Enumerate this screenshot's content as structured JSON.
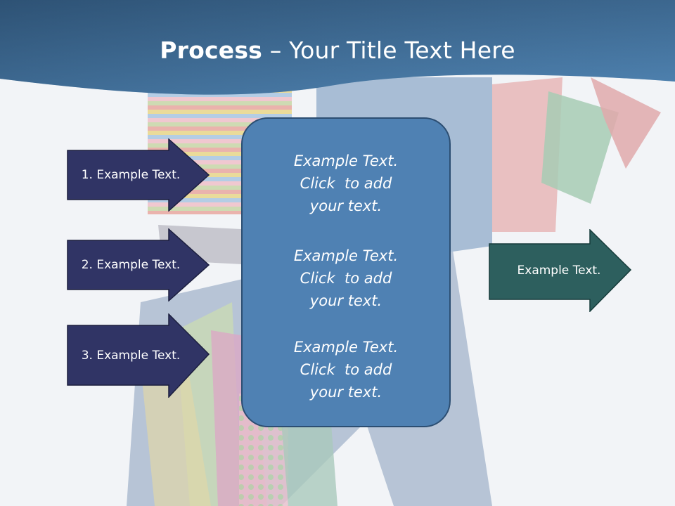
{
  "slide": {
    "title_bold": "Process",
    "title_rest": " – Your Title Text Here"
  },
  "left_steps": [
    {
      "label": "1. Example Text."
    },
    {
      "label": "2. Example Text."
    },
    {
      "label": "3. Example Text."
    }
  ],
  "center_box": {
    "items": [
      {
        "line1": "Example Text.",
        "line2": "Click  to add",
        "line3": "your text."
      },
      {
        "line1": "Example Text.",
        "line2": "Click  to add",
        "line3": "your text."
      },
      {
        "line1": "Example Text.",
        "line2": "Click  to add",
        "line3": "your text."
      }
    ]
  },
  "result_arrow": {
    "label": "Example Text."
  },
  "colors": {
    "header": "#3f6f99",
    "step_arrow": "#303465",
    "result_arrow": "#2d5f5e",
    "center_box": "#4f81b3"
  }
}
